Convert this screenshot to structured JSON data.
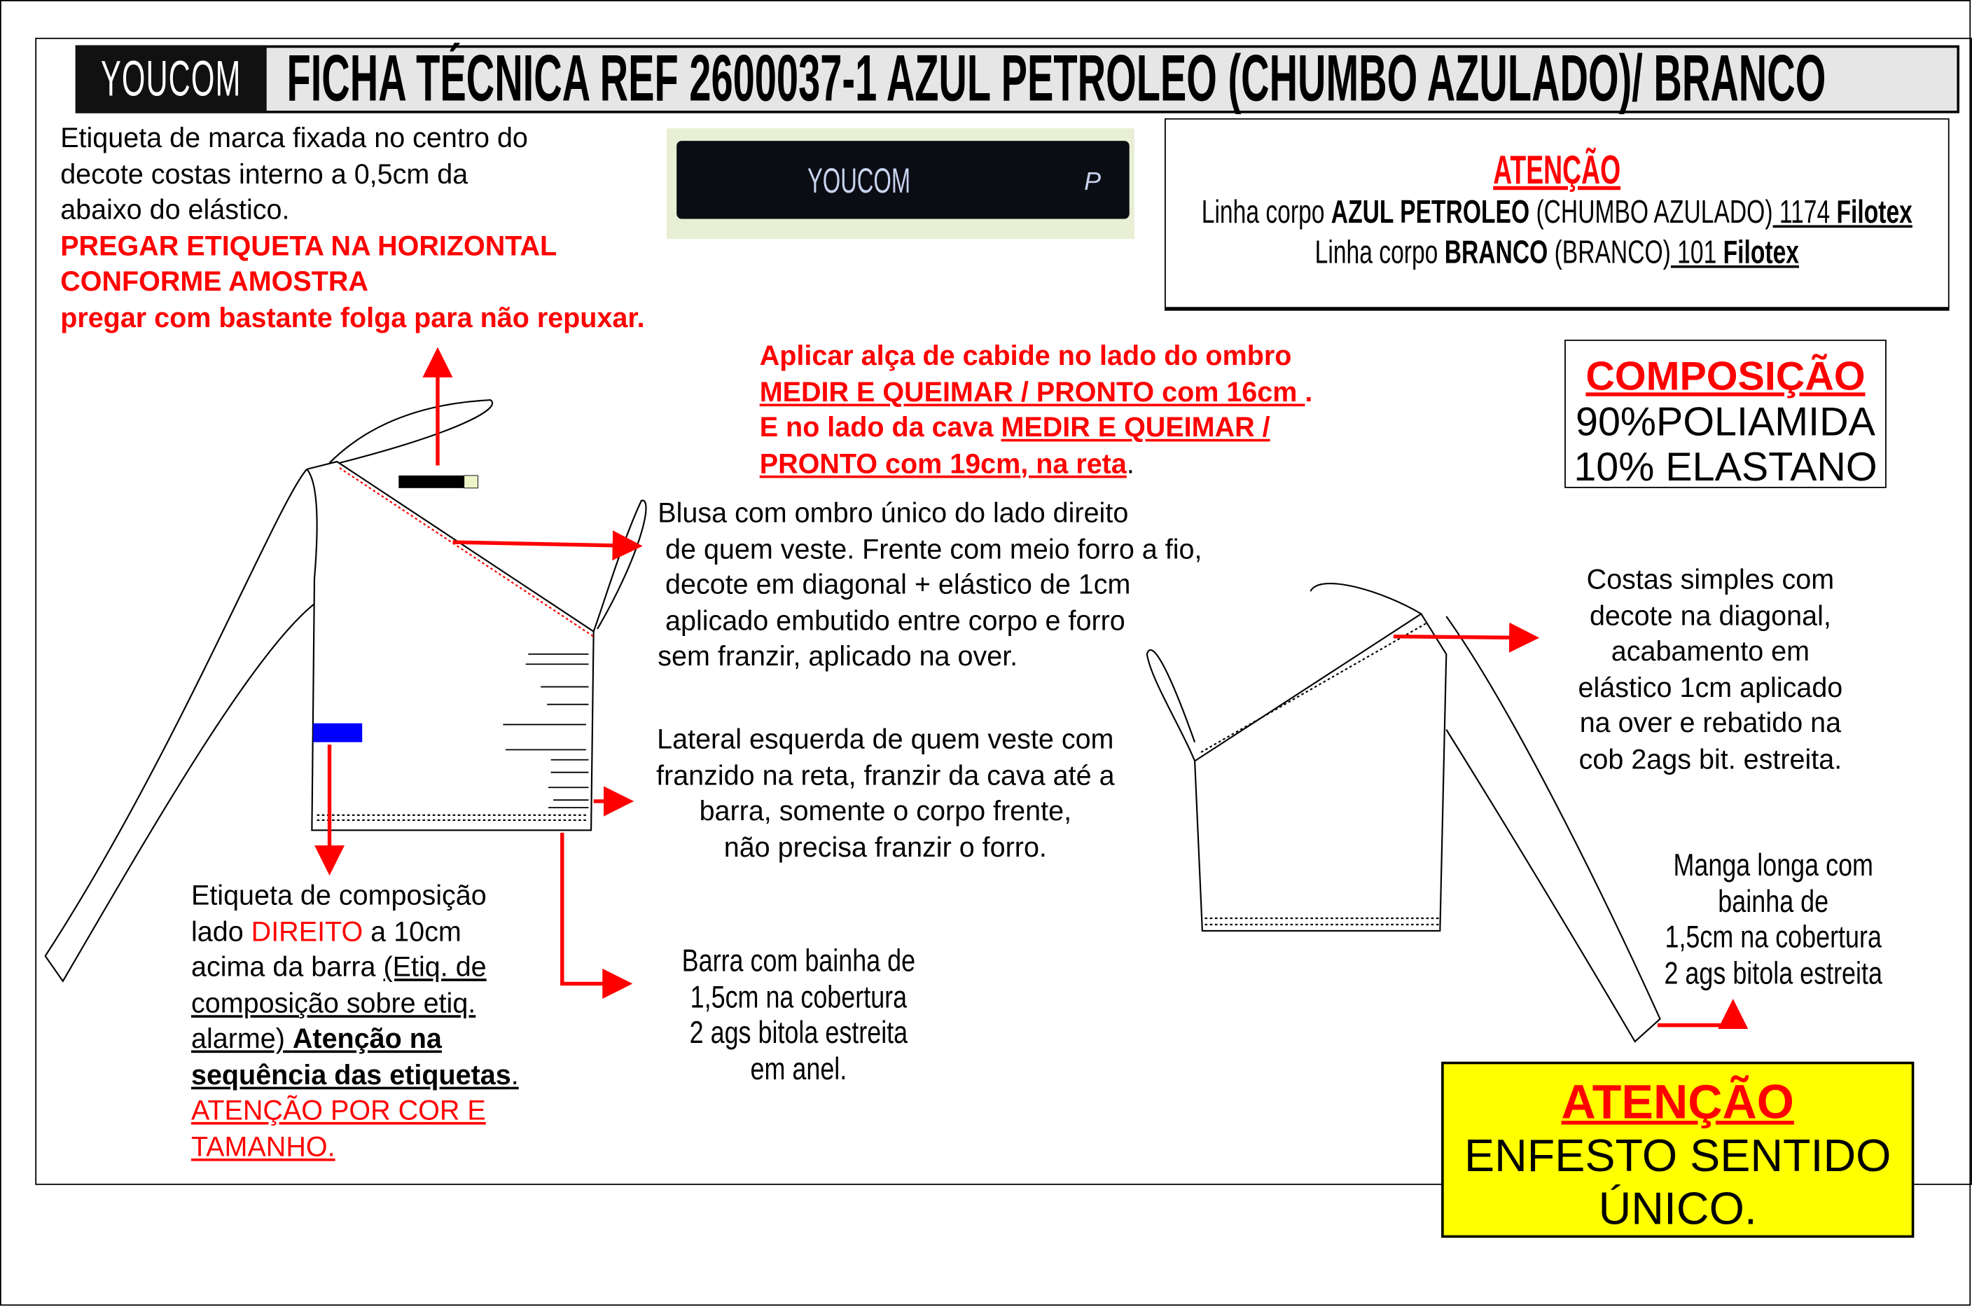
{
  "header": {
    "brand_logo": "YOUCOM",
    "title": "FICHA TÉCNICA REF 2600037-1 AZUL PETROLEO (CHUMBO AZULADO)/ BRANCO"
  },
  "brand_label_note": {
    "lines": [
      "Etiqueta de marca  fixada no centro do",
      "decote costas interno a 0,5cm da",
      "abaixo do elástico."
    ],
    "red_lines": [
      "PREGAR ETIQUETA NA HORIZONTAL",
      "CONFORME AMOSTRA",
      "pregar com bastante folga para não repuxar."
    ]
  },
  "label_photo": {
    "brand": "YOUCOM",
    "size": "P"
  },
  "attention_box": {
    "heading": "ATENÇÃO",
    "line1_prefix": "Linha corpo ",
    "line1_bold": "AZUL PETROLEO",
    "line1_mid": " (CHUMBO AZULADO)",
    "line1_code": " 1174 ",
    "line1_brand": "Filotex",
    "line2_prefix": "Linha corpo ",
    "line2_bold": "BRANCO",
    "line2_mid": "  (BRANCO)",
    "line2_code": " 101  ",
    "line2_brand": "Filotex"
  },
  "composition": {
    "heading": "COMPOSIÇÃO",
    "lines": [
      "90%POLIAMIDA",
      "10% ELASTANO"
    ]
  },
  "hanger_note": {
    "l1": "Aplicar alça de cabide no lado do ombro",
    "l2": " MEDIR E QUEIMAR / PRONTO com 16cm ",
    "l2_end": ".",
    "l3_a": "E no lado da cava  ",
    "l3_b": "MEDIR E QUEIMAR / ",
    "l4_a": "PRONTO com 19cm",
    "l4_b": ", na reta",
    "l4_c": "."
  },
  "front_note": [
    "Blusa com ombro único do lado direito",
    " de quem veste. Frente com meio forro a fio,",
    " decote em diagonal + elástico de 1cm",
    " aplicado embutido entre corpo e forro",
    "sem franzir, aplicado na over."
  ],
  "side_note": [
    "Lateral esquerda de quem veste com",
    "franzido na reta, franzir da cava até a",
    "barra, somente o corpo frente,",
    "não precisa franzir o forro."
  ],
  "hem_note": [
    "Barra com bainha de",
    "1,5cm na cobertura",
    "2 ags bitola estreita",
    "em anel."
  ],
  "back_note": [
    "Costas simples com",
    "decote na diagonal,",
    "acabamento em",
    "elástico 1cm aplicado",
    "na over e rebatido na",
    "cob 2ags bit. estreita."
  ],
  "sleeve_note": [
    "Manga longa  com",
    "bainha de",
    "1,5cm na cobertura",
    "2 ags bitola estreita"
  ],
  "comp_label_note": {
    "l1": "Etiqueta de composição",
    "l2_a": "lado ",
    "l2_b": "DIREITO",
    "l2_c": " a 10cm",
    "l3_a": "acima da barra ",
    "l3_b": "(Etiq. de",
    "l4": "composição sobre etiq.",
    "l5_a": "alarme) ",
    "l5_b": "Atenção na ",
    "l6_a": "sequência das etiquetas",
    "l6_b": ".",
    "l7": "ATENÇÃO POR COR E",
    "l8": "TAMANHO."
  },
  "warning_box": {
    "heading": "ATENÇÃO",
    "lines": [
      "ENFESTO SENTIDO",
      "ÚNICO."
    ]
  },
  "colors": {
    "red": "#ff0000",
    "yellow": "#ffff00",
    "blue": "#0000ff"
  }
}
